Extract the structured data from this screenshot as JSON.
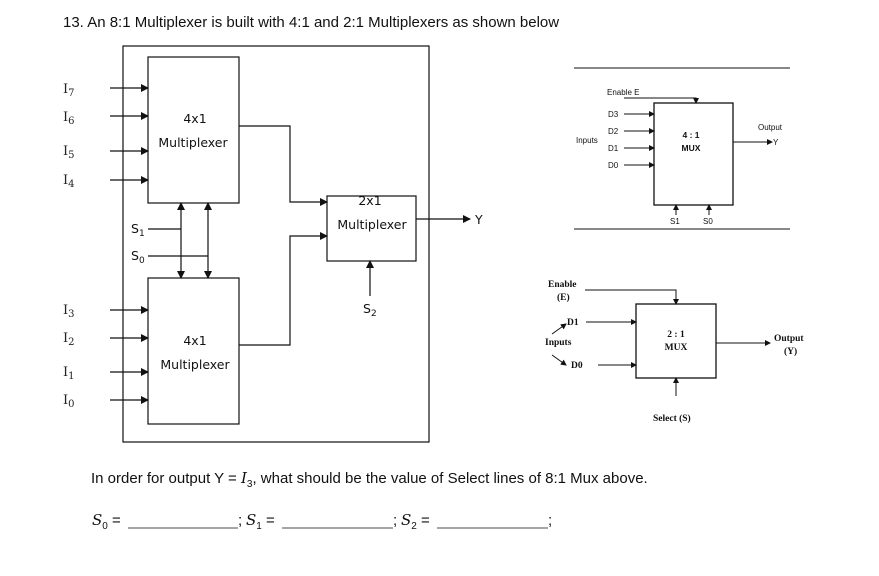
{
  "question": {
    "title": "13. An 8:1 Multiplexer is built with 4:1 and 2:1 Multiplexers as shown below",
    "prompt_prefix": "In order for output Y = ",
    "prompt_sub": "3",
    "prompt_suffix": ", what should be the value of Select lines of 8:1 Mux above."
  },
  "main_diagram": {
    "inputs_top": [
      {
        "name": "I",
        "sub": "7"
      },
      {
        "name": "I",
        "sub": "6"
      },
      {
        "name": "I",
        "sub": "5"
      },
      {
        "name": "I",
        "sub": "4"
      }
    ],
    "inputs_bottom": [
      {
        "name": "I",
        "sub": "3"
      },
      {
        "name": "I",
        "sub": "2"
      },
      {
        "name": "I",
        "sub": "1"
      },
      {
        "name": "I",
        "sub": "0"
      }
    ],
    "mux_top": {
      "line1": "4x1",
      "line2": "Multiplexer"
    },
    "mux_bottom": {
      "line1": "4x1",
      "line2": "Multiplexer"
    },
    "mux_final": {
      "line1": "2x1",
      "line2": "Multiplexer"
    },
    "select_s1": {
      "name": "S",
      "sub": "1"
    },
    "select_s0": {
      "name": "S",
      "sub": "0"
    },
    "select_s2": {
      "name": "S",
      "sub": "2"
    },
    "output": "Y"
  },
  "ref_4to1": {
    "enable": "Enable E",
    "inputs_label": "Inputs",
    "lines": [
      "D3",
      "D2",
      "D1",
      "D0"
    ],
    "box_line1": "4 : 1",
    "box_line2": "MUX",
    "output_label": "Output",
    "output_name": "Y",
    "s1": "S1",
    "s0": "S0"
  },
  "ref_2to1": {
    "enable_line1": "Enable",
    "enable_line2": "(E)",
    "d1": "D1",
    "d0": "D0",
    "inputs_label": "Inputs",
    "box_line1": "2 : 1",
    "box_line2": "MUX",
    "output_line1": "Output",
    "output_line2": "(Y)",
    "select": "Select (S)"
  },
  "answer_blanks": {
    "s0": {
      "name": "S",
      "sub": "0",
      "eq": " ="
    },
    "s1": {
      "name": "S",
      "sub": "1",
      "eq": " ="
    },
    "s2": {
      "name": "S",
      "sub": "2",
      "eq": " ="
    },
    "separator": ";"
  }
}
